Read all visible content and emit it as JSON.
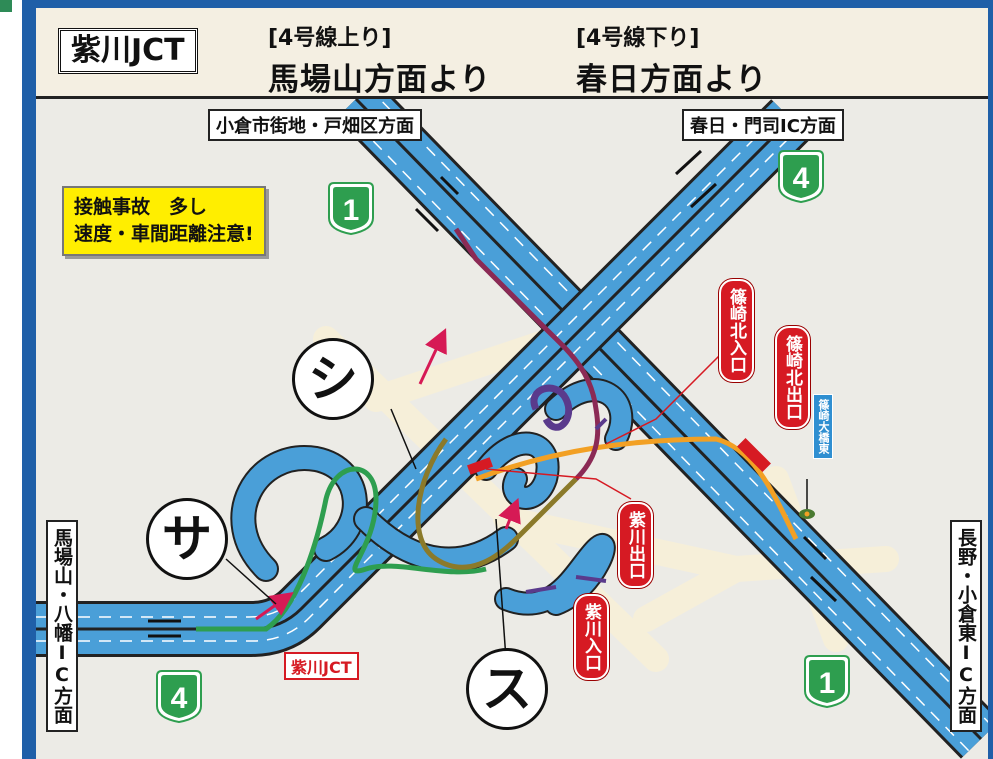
{
  "header": {
    "title": "紫川JCT",
    "dir1_small": "[4号線上り]",
    "dir1_big": "馬場山方面より",
    "dir2_small": "[4号線下り]",
    "dir2_big": "春日方面より"
  },
  "map": {
    "top_left_label": "小倉市街地・戸畑区方面",
    "top_right_label": "春日・門司IC方面",
    "left_label": "馬場山・八幡IC方面",
    "right_label": "長野・小倉東IC方面",
    "jct_label": "紫川JCT",
    "warning_line1": "接触事故　多し",
    "warning_line2": "速度・車間距離注意!",
    "route_shields": [
      "1",
      "4",
      "4",
      "1"
    ],
    "ramps": {
      "shinozaki_kita_entrance": "篠崎北入口",
      "shinozaki_kita_exit": "篠崎北出口",
      "shinozaki_ohashi_east": "篠崎大橋東",
      "murasakigawa_exit": "紫川出口",
      "murasakigawa_entrance": "紫川入口"
    },
    "circle_labels": {
      "shi": "シ",
      "sa": "サ",
      "su": "ス"
    }
  },
  "colors": {
    "frame": "#1f5fa8",
    "road": "#4a9fd8",
    "shield": "#2e9e4f",
    "ramp_pill": "#d61a23",
    "orange_route": "#f2a024",
    "purple_route": "#5a3a8c",
    "green_route": "#2e9e4f",
    "magenta_route": "#8b2a55",
    "olive_route": "#8b7a2a",
    "warning_bg": "#ffee00"
  }
}
